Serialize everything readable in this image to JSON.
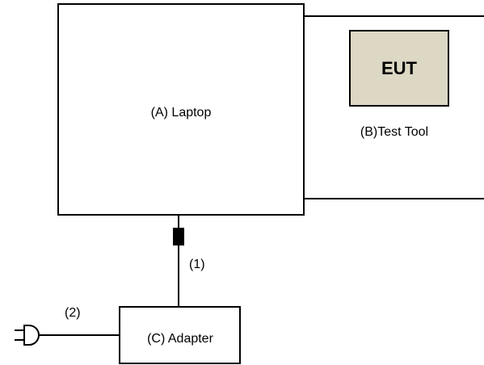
{
  "diagram": {
    "laptop_label": "(A) Laptop",
    "test_tool_label": "(B)Test Tool",
    "eut_label": "EUT",
    "adapter_label": "(C) Adapter",
    "cable_1_label": "(1)",
    "cable_2_label": "(2)"
  },
  "colors": {
    "line": "#000000",
    "eut_fill": "#ddd8c4",
    "background": "#ffffff"
  },
  "icons": {
    "plug": "power-plug-icon",
    "ferrite": "ferrite-core-icon"
  }
}
